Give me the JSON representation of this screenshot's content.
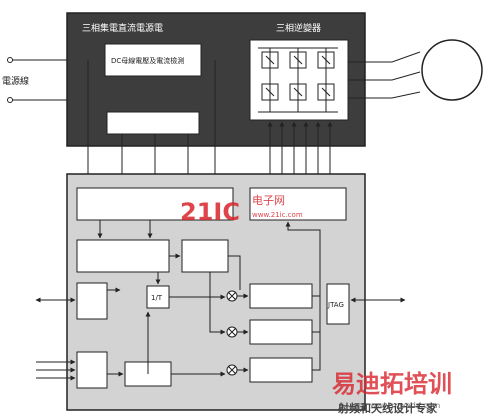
{
  "diagram": {
    "power_module_title": "三相集電直流電源電",
    "inverter_title": "三相逆變器",
    "dc_detect_label": "DC母線電壓及電流檢測",
    "grid_label": "電源線",
    "inv_ratio_label": "1/T",
    "jtag_label": "JTAG"
  },
  "watermarks": {
    "top_brand": "21IC",
    "top_sub_cn": "电子网",
    "top_sub_url": "www.21ic.com",
    "bottom_brand": "易迪拓培训",
    "bottom_sub": "射频和天线设计专家",
    "bottom_url": "www.mweda.com"
  },
  "colors": {
    "dark_panel": "#3d3d3d",
    "light_panel": "#d3d3d3",
    "block_fill": "#ffffff",
    "line": "#222222",
    "brand_red": "#d8242c"
  }
}
